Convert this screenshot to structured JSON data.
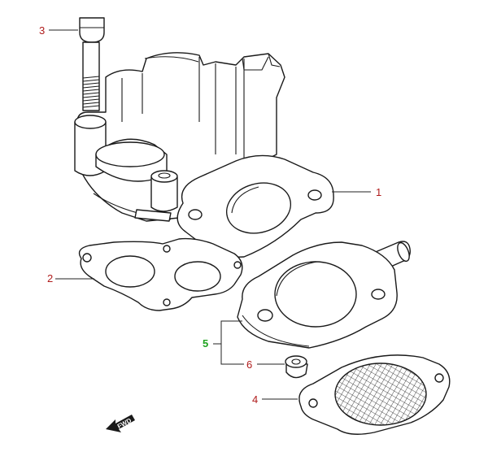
{
  "callouts": [
    {
      "id": "3",
      "label": "3",
      "color": "#b01c1c"
    },
    {
      "id": "1",
      "label": "1",
      "color": "#b01c1c"
    },
    {
      "id": "2",
      "label": "2",
      "color": "#b01c1c"
    },
    {
      "id": "5",
      "label": "5",
      "color": "#1fa31f"
    },
    {
      "id": "6",
      "label": "6",
      "color": "#b01c1c"
    },
    {
      "id": "4",
      "label": "4",
      "color": "#b01c1c"
    }
  ],
  "fwd_marker": {
    "label": "FWD",
    "icon": "forward-arrow-icon"
  }
}
